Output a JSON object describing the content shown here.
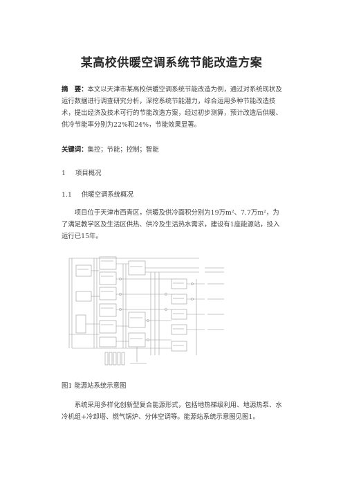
{
  "document": {
    "title": "某高校供暖空调系统节能改造方案",
    "abstract_label": "摘　要：",
    "abstract_text": "本文以天津市某高校供暖空调系统节能改造为例，通过对系统现状及运行数据进行调查研究分析，深挖系统节能潜力，综合运用多种节能改造技术，提出经济及技术可行的节能改造方案，经过初步测算，预计改造后供暖、供冷节能率分别为22%和24%，节能效果显著。",
    "keywords_label": "关键词：",
    "keywords_text": "集控；节能；控制；智能",
    "section1_num": "1",
    "section1_title": "项目概况",
    "section11_num": "1.1",
    "section11_title": "供暖空调系统概况",
    "body1": "项目位于天津市西青区，供暖及供冷面积分别为19万m²、7.7万m²，为了满足教学区及生活区供热、供冷及生活热水需求，建设有1座能源站，投入运行已15年。",
    "figure_caption": "图1 能源站系统示意图",
    "body2": "系统采用多样化创新型复合能源形式，包括地热梯级利用、地源热泵、水冷机组+冷却塔、燃气锅炉、分体空调等。能源站系统示意图见图1。"
  }
}
